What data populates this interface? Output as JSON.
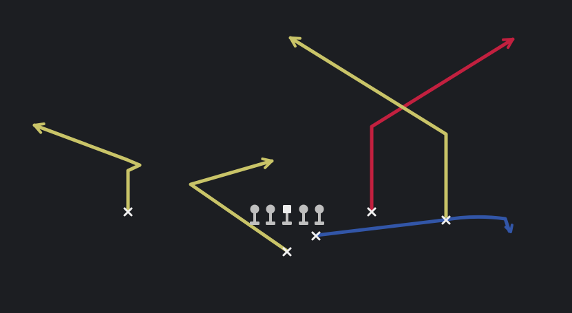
{
  "diagram": {
    "type": "football-play",
    "background": "#1c1e22",
    "colors": {
      "yellow": "#c9c468",
      "red": "#c2203f",
      "blue": "#3256a8",
      "marker": "#f2f2f2",
      "lineman": "#bfbfbf"
    },
    "markers": [
      {
        "name": "receiver-marker-left"
      },
      {
        "name": "receiver-marker-slot"
      },
      {
        "name": "back-marker"
      },
      {
        "name": "receiver-marker-red"
      },
      {
        "name": "receiver-marker-right"
      }
    ],
    "linemen": [
      {
        "name": "lineman-left-tackle",
        "shape": "round-head"
      },
      {
        "name": "lineman-left-guard",
        "shape": "round-head"
      },
      {
        "name": "lineman-center",
        "shape": "square-head"
      },
      {
        "name": "lineman-right-guard",
        "shape": "round-head"
      },
      {
        "name": "lineman-right-tackle",
        "shape": "round-head"
      }
    ],
    "routes": [
      {
        "name": "route-left-receiver",
        "color": "yellow",
        "arrow": "arrowhead"
      },
      {
        "name": "route-slot-receiver",
        "color": "yellow",
        "arrow": "arrowhead"
      },
      {
        "name": "route-red-receiver",
        "color": "red",
        "arrow": "arrowhead"
      },
      {
        "name": "route-right-receiver",
        "color": "yellow",
        "arrow": "arrowhead"
      },
      {
        "name": "route-back",
        "color": "blue",
        "arrow": "arrowhead"
      }
    ]
  }
}
